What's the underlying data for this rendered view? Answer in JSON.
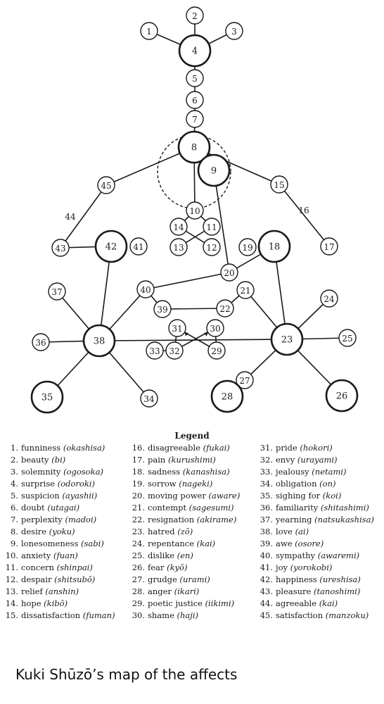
{
  "diagram": {
    "nodes": [
      {
        "id": "1",
        "label": "1",
        "size": "small"
      },
      {
        "id": "2",
        "label": "2",
        "size": "small"
      },
      {
        "id": "3",
        "label": "3",
        "size": "small"
      },
      {
        "id": "4",
        "label": "4",
        "size": "large"
      },
      {
        "id": "5",
        "label": "5",
        "size": "small"
      },
      {
        "id": "6",
        "label": "6",
        "size": "small"
      },
      {
        "id": "7",
        "label": "7",
        "size": "small"
      },
      {
        "id": "8",
        "label": "8",
        "size": "large"
      },
      {
        "id": "9",
        "label": "9",
        "size": "large"
      },
      {
        "id": "10",
        "label": "10",
        "size": "small"
      },
      {
        "id": "11",
        "label": "11",
        "size": "small"
      },
      {
        "id": "12",
        "label": "12",
        "size": "small"
      },
      {
        "id": "13",
        "label": "13",
        "size": "small"
      },
      {
        "id": "14",
        "label": "14",
        "size": "small"
      },
      {
        "id": "15",
        "label": "15",
        "size": "small"
      },
      {
        "id": "17",
        "label": "17",
        "size": "small"
      },
      {
        "id": "18",
        "label": "18",
        "size": "large"
      },
      {
        "id": "19",
        "label": "19",
        "size": "small"
      },
      {
        "id": "20",
        "label": "20",
        "size": "small"
      },
      {
        "id": "21",
        "label": "21",
        "size": "small"
      },
      {
        "id": "22",
        "label": "22",
        "size": "small"
      },
      {
        "id": "23",
        "label": "23",
        "size": "large"
      },
      {
        "id": "24",
        "label": "24",
        "size": "small"
      },
      {
        "id": "25",
        "label": "25",
        "size": "small"
      },
      {
        "id": "26",
        "label": "26",
        "size": "large"
      },
      {
        "id": "27",
        "label": "27",
        "size": "small"
      },
      {
        "id": "28",
        "label": "28",
        "size": "large"
      },
      {
        "id": "29",
        "label": "29",
        "size": "small"
      },
      {
        "id": "30",
        "label": "30",
        "size": "small"
      },
      {
        "id": "31",
        "label": "31",
        "size": "small"
      },
      {
        "id": "32",
        "label": "32",
        "size": "small"
      },
      {
        "id": "33",
        "label": "33",
        "size": "small"
      },
      {
        "id": "34",
        "label": "34",
        "size": "small"
      },
      {
        "id": "35",
        "label": "35",
        "size": "large"
      },
      {
        "id": "36",
        "label": "36",
        "size": "small"
      },
      {
        "id": "37",
        "label": "37",
        "size": "small"
      },
      {
        "id": "38",
        "label": "38",
        "size": "large"
      },
      {
        "id": "39",
        "label": "39",
        "size": "small"
      },
      {
        "id": "40",
        "label": "40",
        "size": "small"
      },
      {
        "id": "41",
        "label": "41",
        "size": "small"
      },
      {
        "id": "42",
        "label": "42",
        "size": "large"
      },
      {
        "id": "43",
        "label": "43",
        "size": "small"
      },
      {
        "id": "45",
        "label": "45",
        "size": "small"
      }
    ],
    "edges": [
      [
        "1",
        "4"
      ],
      [
        "2",
        "4"
      ],
      [
        "3",
        "4"
      ],
      [
        "4",
        "5"
      ],
      [
        "5",
        "6"
      ],
      [
        "6",
        "7"
      ],
      [
        "7",
        "8"
      ],
      [
        "8",
        "45"
      ],
      [
        "8",
        "15"
      ],
      [
        "8",
        "10"
      ],
      [
        "9",
        "20"
      ],
      [
        "10",
        "14"
      ],
      [
        "10",
        "11"
      ],
      [
        "14",
        "12"
      ],
      [
        "11",
        "13"
      ],
      [
        "45",
        "43"
      ],
      [
        "15",
        "17"
      ],
      [
        "43",
        "42"
      ],
      [
        "42",
        "38"
      ],
      [
        "18",
        "20"
      ],
      [
        "20",
        "40"
      ],
      [
        "18",
        "23"
      ],
      [
        "40",
        "39"
      ],
      [
        "40",
        "38"
      ],
      [
        "39",
        "22"
      ],
      [
        "22",
        "21"
      ],
      [
        "21",
        "23"
      ],
      [
        "37",
        "38"
      ],
      [
        "36",
        "38"
      ],
      [
        "38",
        "35"
      ],
      [
        "38",
        "34"
      ],
      [
        "38",
        "23"
      ],
      [
        "31",
        "32"
      ],
      [
        "30",
        "29"
      ],
      [
        "32",
        "30"
      ],
      [
        "29",
        "31"
      ],
      [
        "33",
        "32"
      ],
      [
        "23",
        "24"
      ],
      [
        "23",
        "25"
      ],
      [
        "23",
        "26"
      ],
      [
        "23",
        "27"
      ],
      [
        "27",
        "28"
      ]
    ],
    "edge_labels": [
      {
        "text": "44",
        "edge": "45-43"
      },
      {
        "text": "16",
        "edge": "15-17"
      }
    ],
    "dashed_circle_around": "8"
  },
  "legend": {
    "title": "Legend",
    "columns": [
      [
        {
          "num": "1.",
          "text": "funniness",
          "jp": "(okashisa)"
        },
        {
          "num": "2.",
          "text": "beauty",
          "jp": "(bi)"
        },
        {
          "num": "3.",
          "text": "solemnity",
          "jp": "(ogosoka)"
        },
        {
          "num": "4.",
          "text": "surprise",
          "jp": "(odoroki)"
        },
        {
          "num": "5.",
          "text": "suspicion",
          "jp": "(ayashii)"
        },
        {
          "num": "6.",
          "text": "doubt",
          "jp": "(utagai)"
        },
        {
          "num": "7.",
          "text": "perplexity",
          "jp": "(madoi)"
        },
        {
          "num": "8.",
          "text": "desire",
          "jp": "(yoku)"
        },
        {
          "num": "9.",
          "text": "lonesomeness",
          "jp": "(sabi)"
        },
        {
          "num": "10.",
          "text": "anxiety",
          "jp": "(fuan)"
        },
        {
          "num": "11.",
          "text": "concern",
          "jp": "(shinpai)"
        },
        {
          "num": "12.",
          "text": "despair",
          "jp": "(shitsubō)"
        },
        {
          "num": "13.",
          "text": "relief",
          "jp": "(anshin)"
        },
        {
          "num": "14.",
          "text": "hope",
          "jp": "(kibō)"
        },
        {
          "num": "15.",
          "text": "dissatisfaction",
          "jp": "(fuman)"
        }
      ],
      [
        {
          "num": "16.",
          "text": "disagreeable",
          "jp": "(fukai)"
        },
        {
          "num": "17.",
          "text": "pain",
          "jp": "(kurushimi)"
        },
        {
          "num": "18.",
          "text": "sadness",
          "jp": "(kanashisa)"
        },
        {
          "num": "19.",
          "text": "sorrow",
          "jp": "(nageki)"
        },
        {
          "num": "20.",
          "text": "moving power",
          "jp": "(aware)"
        },
        {
          "num": "21.",
          "text": "contempt",
          "jp": "(sagesumi)"
        },
        {
          "num": "22.",
          "text": "resignation",
          "jp": "(akirame)"
        },
        {
          "num": "23.",
          "text": "hatred",
          "jp": "(zō)"
        },
        {
          "num": "24.",
          "text": "repentance",
          "jp": "(kai)"
        },
        {
          "num": "25.",
          "text": "dislike",
          "jp": "(en)"
        },
        {
          "num": "26.",
          "text": "fear",
          "jp": "(kyō)"
        },
        {
          "num": "27.",
          "text": "grudge",
          "jp": "(urami)"
        },
        {
          "num": "28.",
          "text": "anger",
          "jp": "(ikari)"
        },
        {
          "num": "29.",
          "text": "poetic justice",
          "jp": "(iikimi)"
        },
        {
          "num": "30.",
          "text": "shame",
          "jp": "(haji)"
        }
      ],
      [
        {
          "num": "31.",
          "text": "pride",
          "jp": "(hokori)"
        },
        {
          "num": "32.",
          "text": "envy",
          "jp": "(urayami)"
        },
        {
          "num": "33.",
          "text": "jealousy",
          "jp": "(netami)"
        },
        {
          "num": "34.",
          "text": "obligation",
          "jp": "(on)"
        },
        {
          "num": "35.",
          "text": "sighing for",
          "jp": "(koi)"
        },
        {
          "num": "36.",
          "text": "familiarity",
          "jp": "(shitashimi)"
        },
        {
          "num": "37.",
          "text": "yearning",
          "jp": "(natsukashisa)"
        },
        {
          "num": "38.",
          "text": "love",
          "jp": "(ai)"
        },
        {
          "num": "39.",
          "text": "awe",
          "jp": "(osore)"
        },
        {
          "num": "40.",
          "text": "sympathy",
          "jp": "(awaremi)"
        },
        {
          "num": "41.",
          "text": "joy",
          "jp": "(yorokobi)"
        },
        {
          "num": "42.",
          "text": "happiness",
          "jp": "(ureshisa)"
        },
        {
          "num": "43.",
          "text": "pleasure",
          "jp": "(tanoshimi)"
        },
        {
          "num": "44.",
          "text": "agreeable",
          "jp": "(kai)"
        },
        {
          "num": "45.",
          "text": "satisfaction",
          "jp": "(manzoku)"
        }
      ]
    ]
  },
  "caption": "Kuki Shūzō’s map of the affects"
}
